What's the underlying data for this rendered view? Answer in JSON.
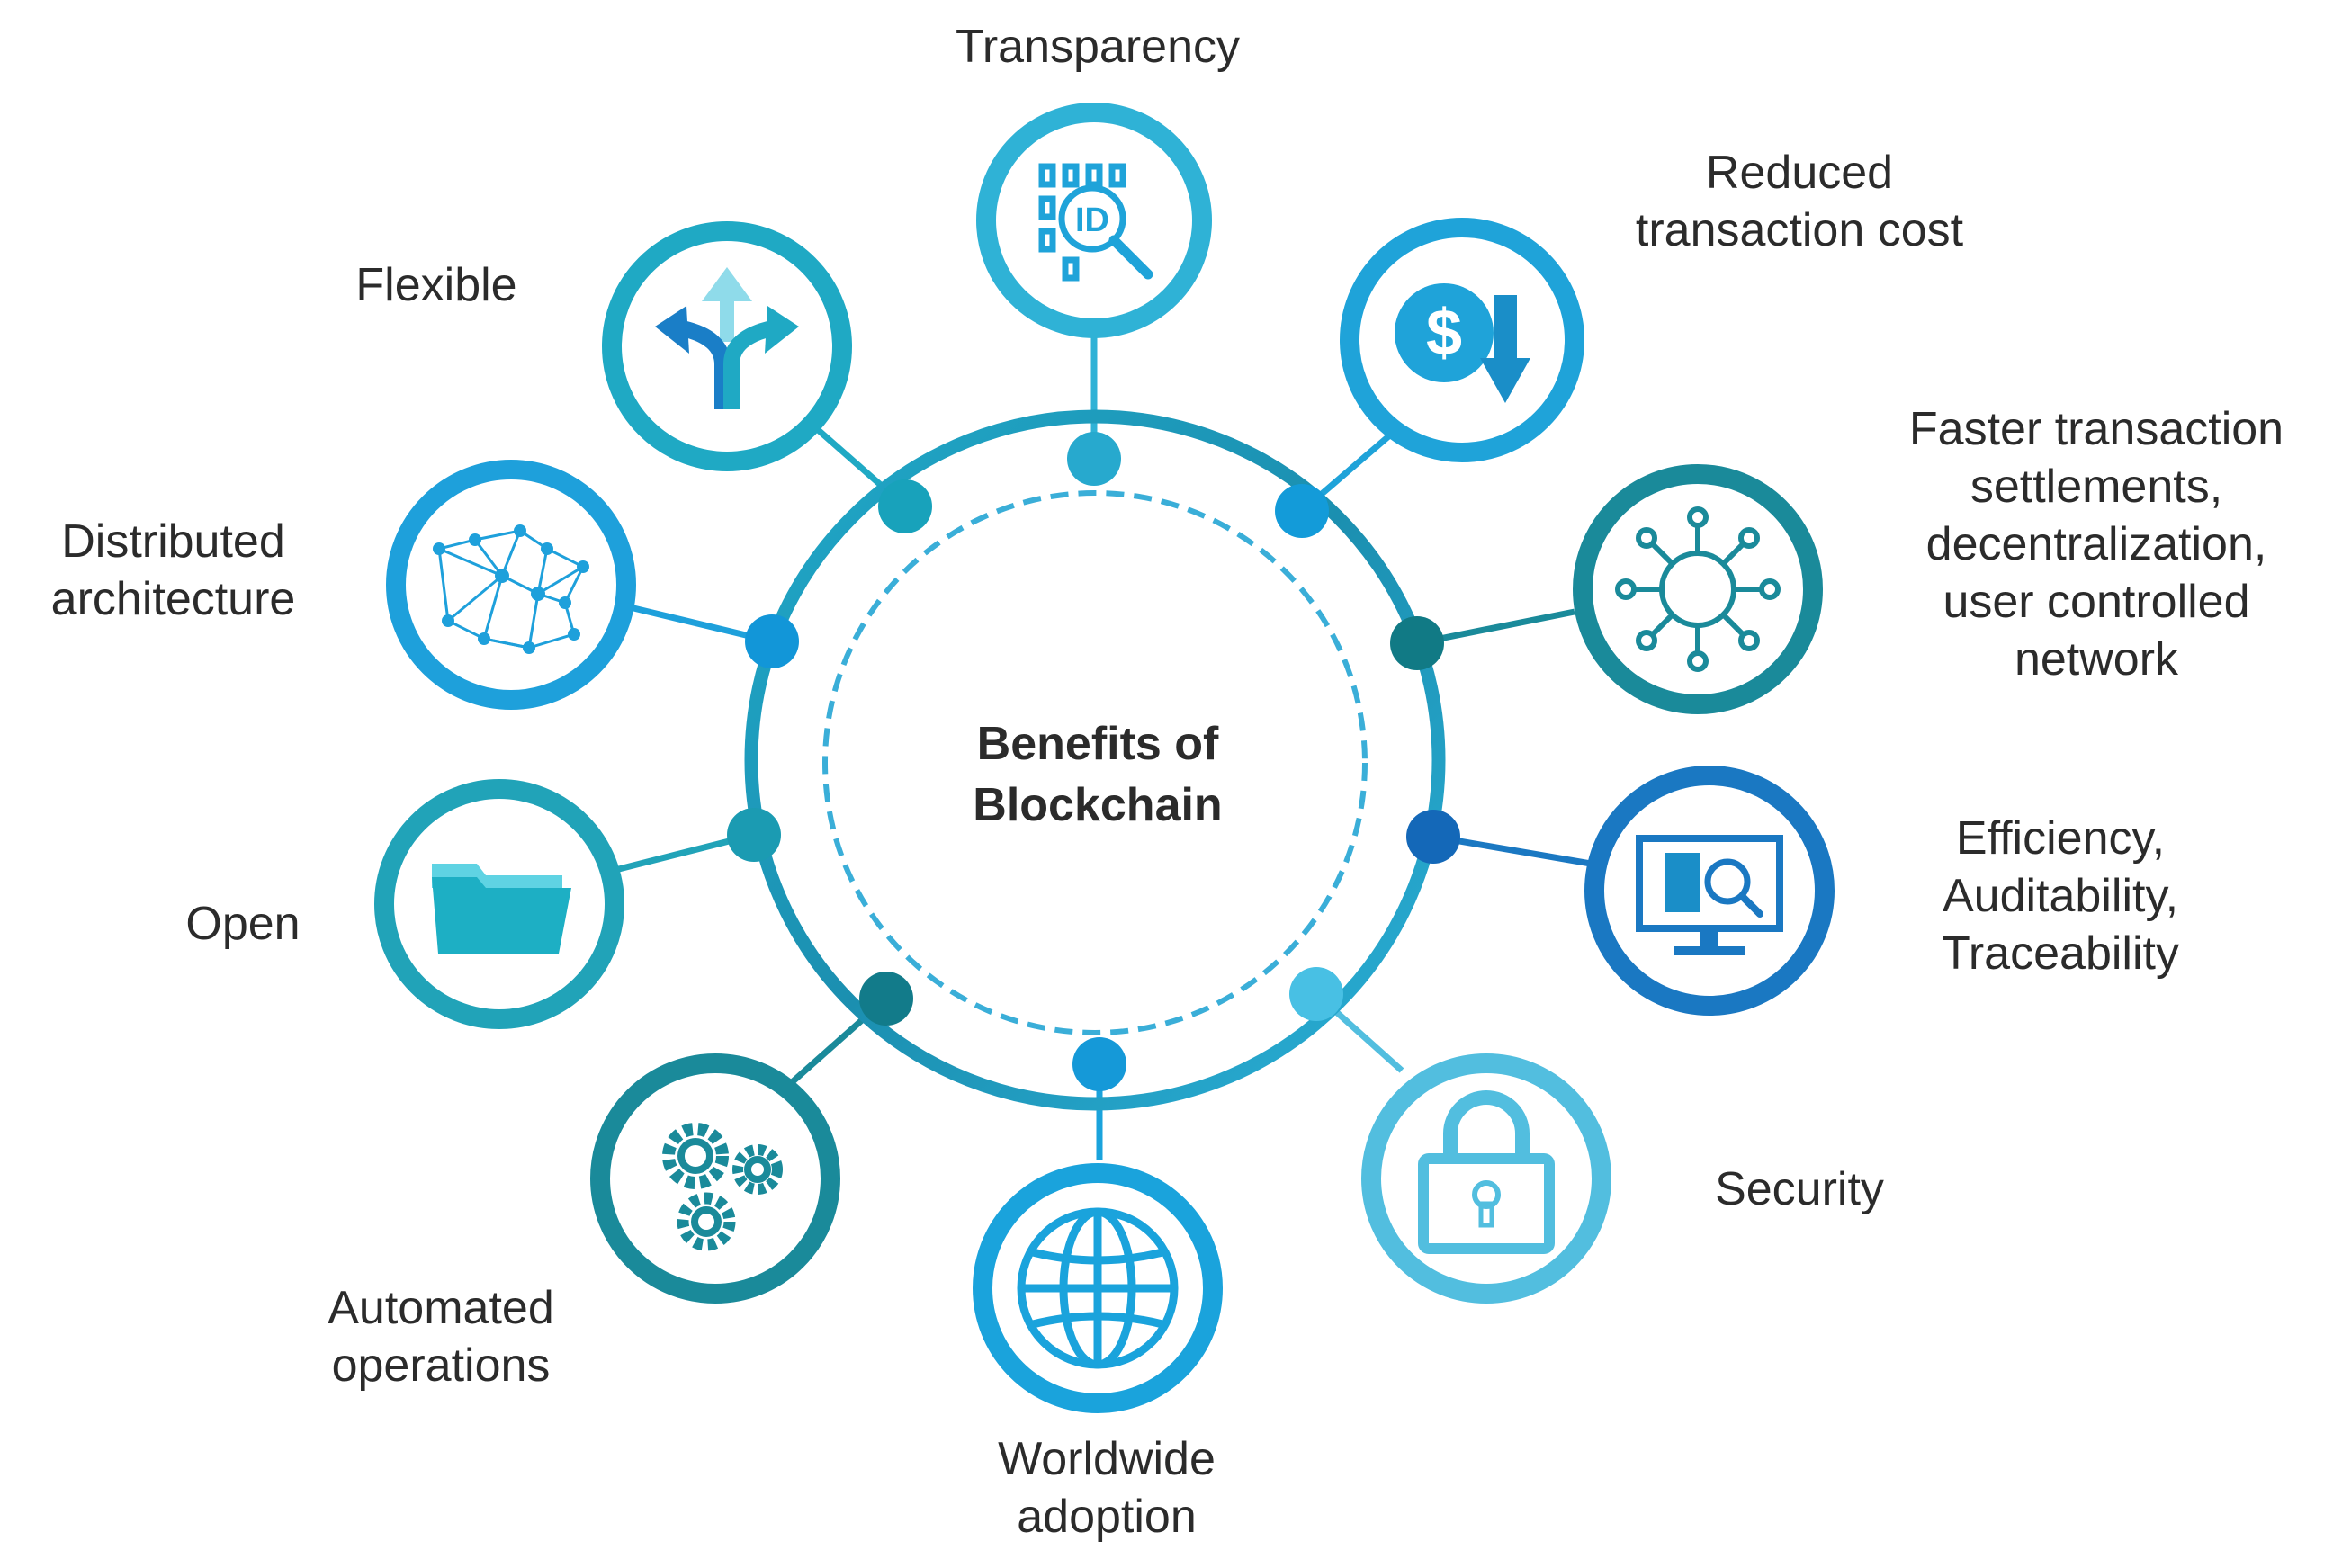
{
  "center": {
    "title": "Benefits of\nBlockchain"
  },
  "benefits": [
    {
      "label": "Transparency",
      "icon": "id-magnifier-icon",
      "color": "#2fb2d6"
    },
    {
      "label": "Reduced\ntransaction cost",
      "icon": "dollar-down-arrow-icon",
      "color": "#1fa3d9"
    },
    {
      "label": "Faster transaction\nsettlements,\ndecentralization,\nuser controlled\nnetwork",
      "icon": "network-hub-icon",
      "color": "#1a8a9a"
    },
    {
      "label": "Efficiency,\nAuditability,\nTraceability",
      "icon": "monitor-search-icon",
      "color": "#1a78c2"
    },
    {
      "label": "Security",
      "icon": "padlock-icon",
      "color": "#52bedf"
    },
    {
      "label": "Worldwide\nadoption",
      "icon": "globe-icon",
      "color": "#1aa3dc"
    },
    {
      "label": "Automated\noperations",
      "icon": "gears-icon",
      "color": "#1a8a9a"
    },
    {
      "label": "Open",
      "icon": "folder-icon",
      "color": "#21a3b8"
    },
    {
      "label": "Distributed\narchitecture",
      "icon": "mesh-network-icon",
      "color": "#1ea0db"
    },
    {
      "label": "Flexible",
      "icon": "split-arrows-icon",
      "color": "#1fa9c4"
    }
  ]
}
